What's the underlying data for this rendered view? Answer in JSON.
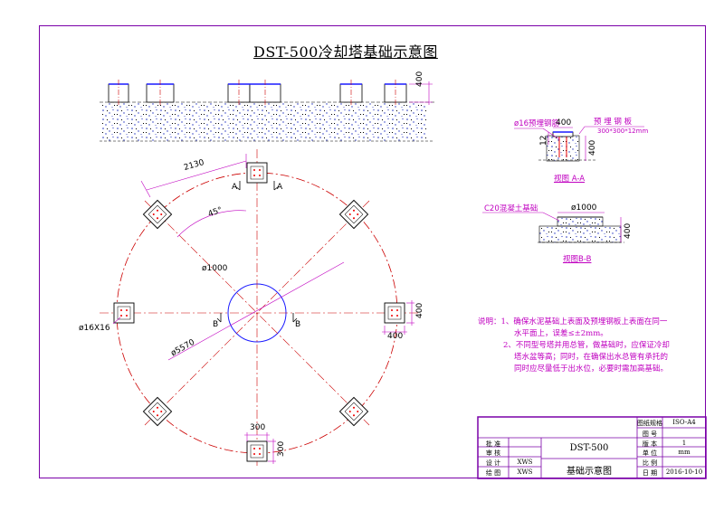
{
  "title": "DST-500冷却塔基础示意图",
  "dimensions": {
    "elev_height": "400",
    "spacing_2130": "2130",
    "angle_45": "45°",
    "circle_dia": "ø1000",
    "pcd": "ø5570",
    "bolt_holes": "ø16X16",
    "pad_400_v": "400",
    "pad_400_h": "400",
    "pad_300_h": "300",
    "pad_300_v": "300",
    "section_a": "A",
    "section_b": "B"
  },
  "detail_a": {
    "label_rebar": "ø16预埋钢筋",
    "dim_400": "400",
    "label_plate": "预 埋 钢 板",
    "plate_size": "300*300*12mm",
    "dim_12": "12",
    "dim_400_v": "400",
    "caption": "视图 A-A"
  },
  "detail_b": {
    "label_concrete": "C20混凝土基础",
    "dim_1000": "ø1000",
    "dim_400_v": "400",
    "caption": "视图B-B"
  },
  "notes": {
    "line1": "说明：1、确保水泥基础上表面及预埋钢板上表面在同一",
    "line2": "水平面上，误差≤±2mm。",
    "line3": "2、不同型号塔并用总管，做基础时，应保证冷却",
    "line4": "塔水盆等高；同时，在确保出水总管有承托的",
    "line5": "同时应尽量低于出水位，必要时需加高基础。"
  },
  "title_block": {
    "paper_label": "图纸规格",
    "paper_value": "ISO-A4",
    "drawing_no_label": "图 号",
    "version_label": "版 本",
    "version_value": "1",
    "unit_label": "单 位",
    "unit_value": "mm",
    "scale_label": "比 例",
    "date_label": "日 期",
    "date_value": "2016-10-10",
    "approve_label": "批 准",
    "review_label": "审 核",
    "design_label": "设 计",
    "design_value": "XWS",
    "draw_label": "绘 图",
    "draw_value": "XWS",
    "model": "DST-500",
    "name": "基础示意图"
  },
  "colors": {
    "border": "#7a00a8",
    "center_line": "#cc0000",
    "dimension": "#c000c0",
    "circle": "#1a1aff"
  }
}
